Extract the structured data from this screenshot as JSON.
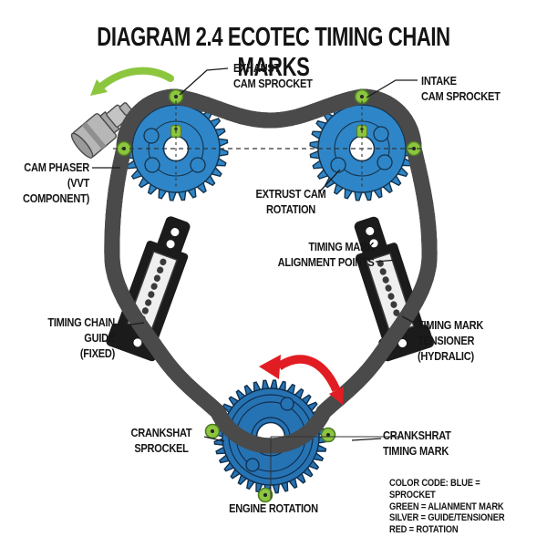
{
  "title": "DIAGRAM 2.4 ECOTEC TIMING CHAIN MARKS",
  "labels": {
    "exhaust_cam_sprocket": "EXHAUST\nCAM SPROCKET",
    "intake_cam_sprocket": "INTAKE\nCAM SPROCKET",
    "cam_phaser": "CAM PHASER\n(VVT COMPONENT)",
    "exhaust_cam_rotation": "EXTRUST CAM\nROTATION",
    "timing_mark_alignment": "TIMING MARK\nALIGNMENT POINTS",
    "timing_chain_guide": "TIMING CHAIN GUIDE\n(FIXED)",
    "timing_mark_tensioner": "TIMING MARK\nTENSIONER (HYDRALIC)",
    "crankshaft_sprocket": "CRANKSHAT\nSPROCKEL",
    "crankshaft_timing_mark": "CRANKSHRAT\nTIMING MARK",
    "engine_rotation": "ENGINE ROTATION",
    "color_code": "COLOR CODE: BLUE = SPROCKET\nGREEN = ALIANMENT MARK\nSILVER = GUIDE/TENSIONER\nRED = ROTATION"
  },
  "colors": {
    "sprocket_blue": "#2E86C8",
    "crank_blue": "#2673B4",
    "alignment_green": "#8CC63F",
    "rotation_red": "#E11D23",
    "chain_silver": "#C7C7C7",
    "guide_black": "#1B1B1B"
  }
}
